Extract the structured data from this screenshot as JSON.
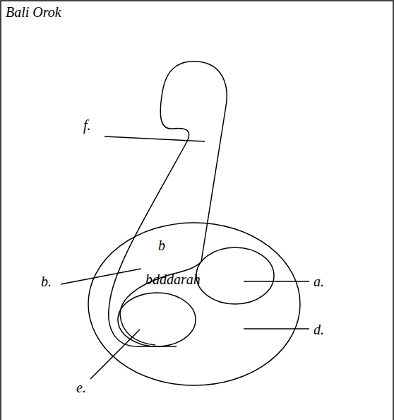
{
  "diagram": {
    "title": "Bali Orok",
    "labels": [
      "f.",
      "b",
      "b.",
      "bdddarah",
      "a.",
      "d.",
      "e."
    ]
  }
}
